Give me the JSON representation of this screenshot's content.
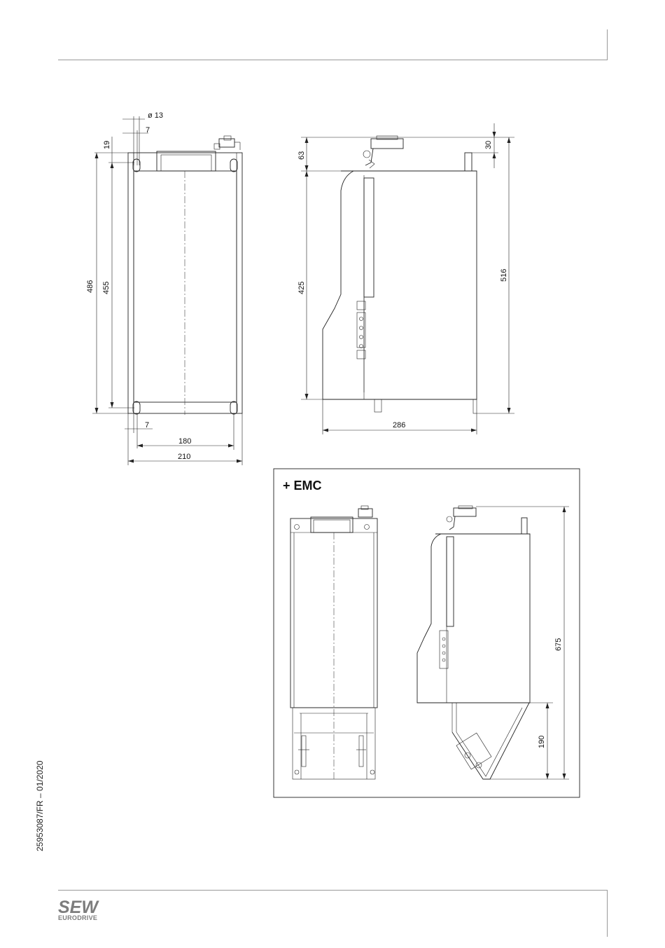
{
  "footer": {
    "document_ref": "25953087/FR – 01/2020",
    "logo_main": "SEW",
    "logo_sub": "EURODRIVE"
  },
  "drawing_front": {
    "dim_hole_diameter": "ø 13",
    "dim_hole_offset_top": "7",
    "dim_top_offset": "19",
    "dim_height_total": "486",
    "dim_height_holes": "455",
    "dim_hole_offset_bottom": "7",
    "dim_width_holes": "180",
    "dim_width_total": "210"
  },
  "drawing_side": {
    "dim_top_clearance": "63",
    "dim_top_small": "30",
    "dim_height_body": "425",
    "dim_height_total": "516",
    "dim_depth": "286"
  },
  "emc_box": {
    "title": "+ EMC",
    "dim_height_total": "675",
    "dim_filter_height": "190"
  }
}
